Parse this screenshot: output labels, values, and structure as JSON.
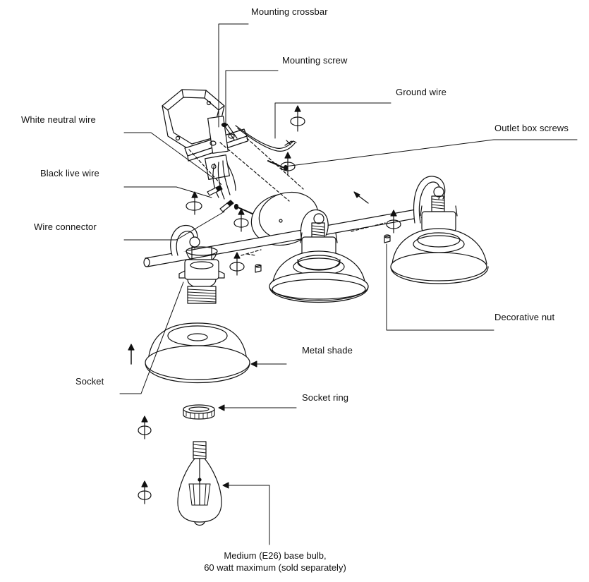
{
  "labels": {
    "mounting_crossbar": "Mounting crossbar",
    "mounting_screw": "Mounting screw",
    "ground_wire": "Ground wire",
    "white_neutral_wire": "White neutral wire",
    "outlet_box_screws": "Outlet box screws",
    "black_live_wire": "Black live wire",
    "wire_connector": "Wire connector",
    "decorative_nut": "Decorative nut",
    "metal_shade": "Metal shade",
    "socket": "Socket",
    "socket_ring": "Socket ring"
  },
  "caption": {
    "line1": "Medium (E26) base bulb,",
    "line2": "60 watt maximum (sold separately)"
  },
  "colors": {
    "line": "#111111",
    "background": "#ffffff"
  },
  "icons": [
    "rotate-arrow-icon",
    "up-arrow-icon"
  ]
}
